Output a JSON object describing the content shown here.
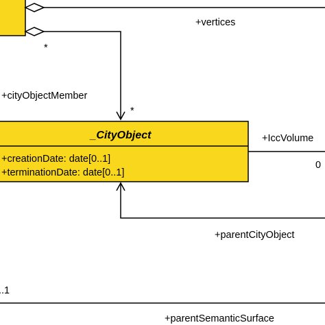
{
  "classes": {
    "city_object": {
      "name": "_CityObject",
      "attributes": [
        "+creationDate: date[0..1]",
        "+terminationDate: date[0..1]"
      ]
    }
  },
  "labels": {
    "vertices": "+vertices",
    "multiplicity_top": "*",
    "city_object_member": "+cityObjectMember",
    "multiplicity_member": "*",
    "icc_volume": "+IccVolume",
    "icc_multiplicity": "0",
    "parent_city_object": "+parentCityObject",
    "left_multiplicity": "..1",
    "parent_semantic_surface": "+parentSemanticSurface"
  },
  "colors": {
    "class_fill": "#f9d71c",
    "stroke": "#000000"
  }
}
